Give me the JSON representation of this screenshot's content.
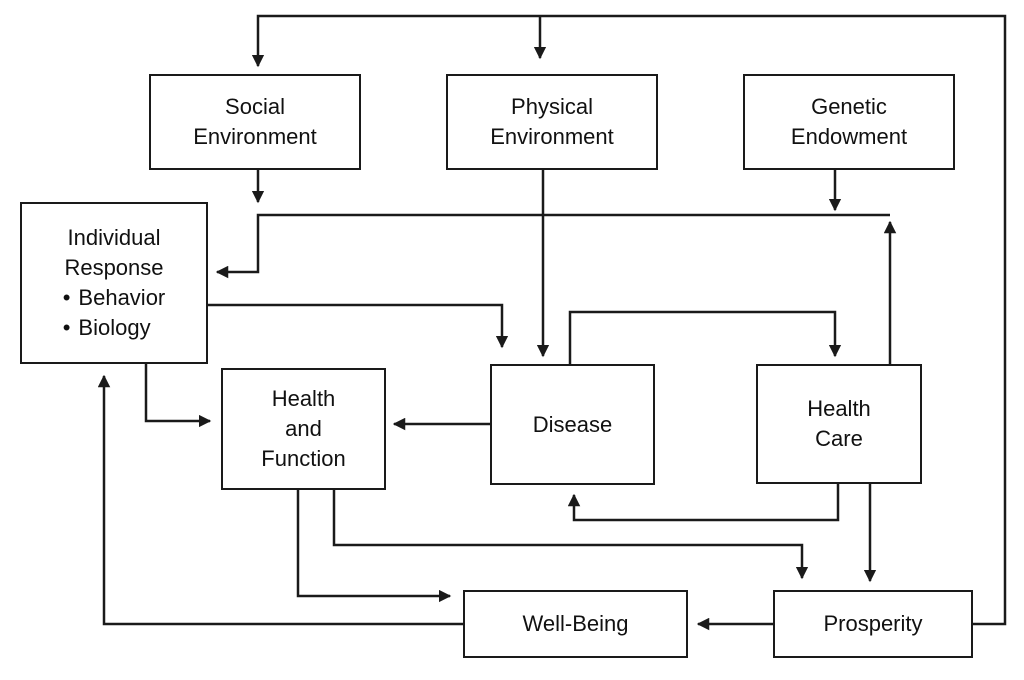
{
  "diagram": {
    "nodes": {
      "social_environment": {
        "lines": [
          "Social",
          "Environment"
        ]
      },
      "physical_environment": {
        "lines": [
          "Physical",
          "Environment"
        ]
      },
      "genetic_endowment": {
        "lines": [
          "Genetic",
          "Endowment"
        ]
      },
      "individual_response": {
        "lines": [
          "Individual",
          "Response"
        ],
        "bullets": [
          "Behavior",
          "Biology"
        ]
      },
      "health_and_function": {
        "lines": [
          "Health",
          "and",
          "Function"
        ]
      },
      "disease": {
        "lines": [
          "Disease"
        ]
      },
      "health_care": {
        "lines": [
          "Health",
          "Care"
        ]
      },
      "well_being": {
        "lines": [
          "Well-Being"
        ]
      },
      "prosperity": {
        "lines": [
          "Prosperity"
        ]
      }
    },
    "edges": [
      {
        "from": "prosperity",
        "to": "social_environment"
      },
      {
        "from": "prosperity",
        "to": "physical_environment"
      },
      {
        "from": "social_environment",
        "to": "individual_response"
      },
      {
        "from": "genetic_endowment",
        "to": "individual_response"
      },
      {
        "from": "health_care",
        "to": "individual_response"
      },
      {
        "from": "physical_environment",
        "to": "disease"
      },
      {
        "from": "individual_response",
        "to": "disease"
      },
      {
        "from": "individual_response",
        "to": "health_and_function"
      },
      {
        "from": "disease",
        "to": "health_and_function"
      },
      {
        "from": "disease",
        "to": "health_care"
      },
      {
        "from": "health_care",
        "to": "disease"
      },
      {
        "from": "health_care",
        "to": "prosperity"
      },
      {
        "from": "health_and_function",
        "to": "prosperity"
      },
      {
        "from": "health_and_function",
        "to": "well_being"
      },
      {
        "from": "prosperity",
        "to": "well_being"
      },
      {
        "from": "well_being",
        "to": "individual_response"
      }
    ],
    "colors": {
      "line": "#1a1a1a",
      "box_border": "#1a1a1a",
      "background": "#ffffff"
    }
  }
}
